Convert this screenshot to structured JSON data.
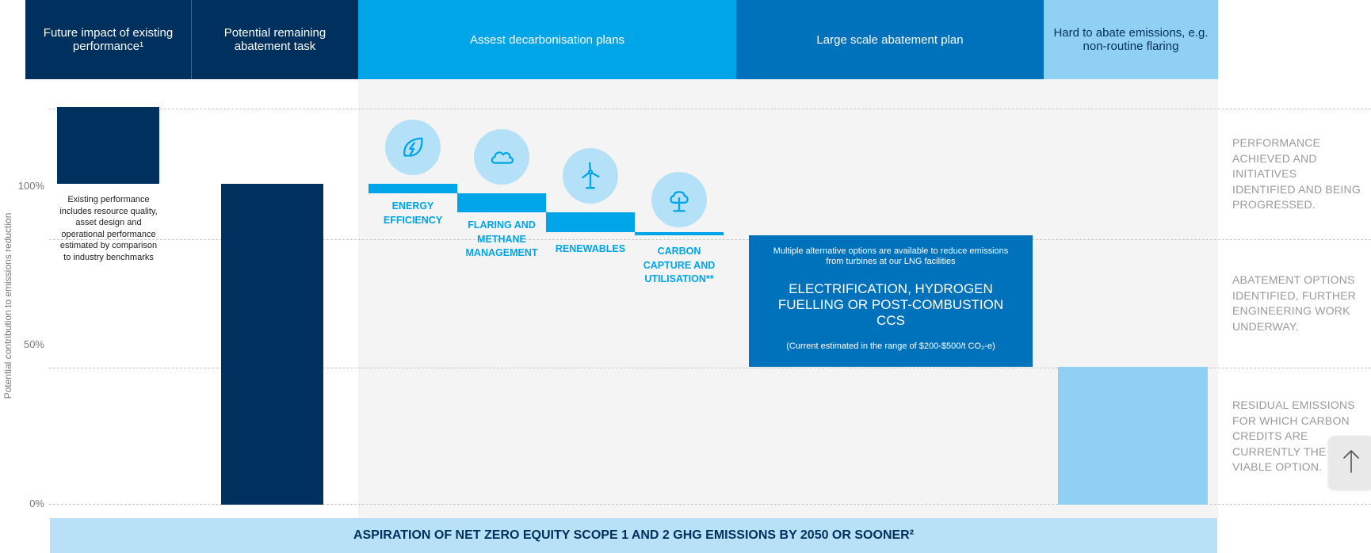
{
  "headers": [
    {
      "text": "Future impact of existing performance¹",
      "style": "dark"
    },
    {
      "text": "Potential remaining abatement task",
      "style": "dark"
    },
    {
      "text": "Assest decarbonisation plans",
      "style": "cyan"
    },
    {
      "text": "Large scale abatement plan",
      "style": "mid"
    },
    {
      "text": "Hard to abate emissions, e.g. non-routine flaring",
      "style": "light"
    }
  ],
  "chart_data": {
    "type": "bar",
    "ylabel": "Potential contribution to emissions reduction",
    "y_ticks": [
      "0%",
      "50%",
      "100%"
    ],
    "ylim": [
      0,
      125
    ],
    "grid": "dashed horizontal lines at 43%, 84% and 124%",
    "bars": [
      {
        "label": "Future impact of existing performance",
        "bottom": 100,
        "top": 124
      },
      {
        "label": "Potential remaining abatement task",
        "bottom": 0,
        "top": 100
      },
      {
        "label": "ENERGY EFFICIENCY",
        "bottom": 97,
        "top": 100
      },
      {
        "label": "FLARING AND METHANE MANAGEMENT",
        "bottom": 91,
        "top": 97
      },
      {
        "label": "RENEWABLES",
        "bottom": 85,
        "top": 91
      },
      {
        "label": "CARBON CAPTURE AND UTILISATION**",
        "bottom": 84,
        "top": 85
      },
      {
        "label": "ELECTRIFICATION, HYDROGEN FUELLING OR POST-COMBUSTION CCS",
        "bottom": 43,
        "top": 84
      },
      {
        "label": "Hard to abate emissions",
        "bottom": 0,
        "top": 43
      }
    ]
  },
  "existing_note": "Existing performance includes resource quality, asset design and operational performance estimated by comparison to industry benchmarks",
  "steps": [
    {
      "label": "ENERGY EFFICIENCY",
      "icon": "energy-leaf-icon"
    },
    {
      "label": "FLARING AND METHANE MANAGEMENT",
      "icon": "cloud-icon"
    },
    {
      "label": "RENEWABLES",
      "icon": "wind-turbine-icon"
    },
    {
      "label": "CARBON CAPTURE AND UTILISATION**",
      "icon": "tree-icon"
    }
  ],
  "large_scale": {
    "intro": "Multiple alternative options are available to reduce emissions from turbines at our LNG facilities",
    "main": "ELECTRIFICATION, HYDROGEN FUELLING OR POST-COMBUSTION CCS",
    "cost": "(Current estimated in the range of $200-$500/t CO₂-e)"
  },
  "side_labels": [
    "PERFORMANCE ACHIEVED AND INITIATIVES IDENTIFIED AND BEING PROGRESSED.",
    "ABATEMENT OPTIONS IDENTIFIED, FURTHER ENGINEERING WORK UNDERWAY.",
    "RESIDUAL EMISSIONS FOR WHICH CARBON CREDITS ARE CURRENTLY THE ONLY VIABLE OPTION."
  ],
  "footer": "ASPIRATION OF NET ZERO EQUITY SCOPE 1 AND 2 GHG EMISSIONS BY 2050 OR SOONER²",
  "scroll_top_icon": "arrow-up-icon",
  "colors": {
    "dark_navy": "#00305e",
    "cyan": "#00a5e8",
    "mid_blue": "#0072bc",
    "light_blue": "#8fd0f3",
    "footer_blue": "#b8e1f7",
    "panel_grey": "#f4f4f4"
  }
}
